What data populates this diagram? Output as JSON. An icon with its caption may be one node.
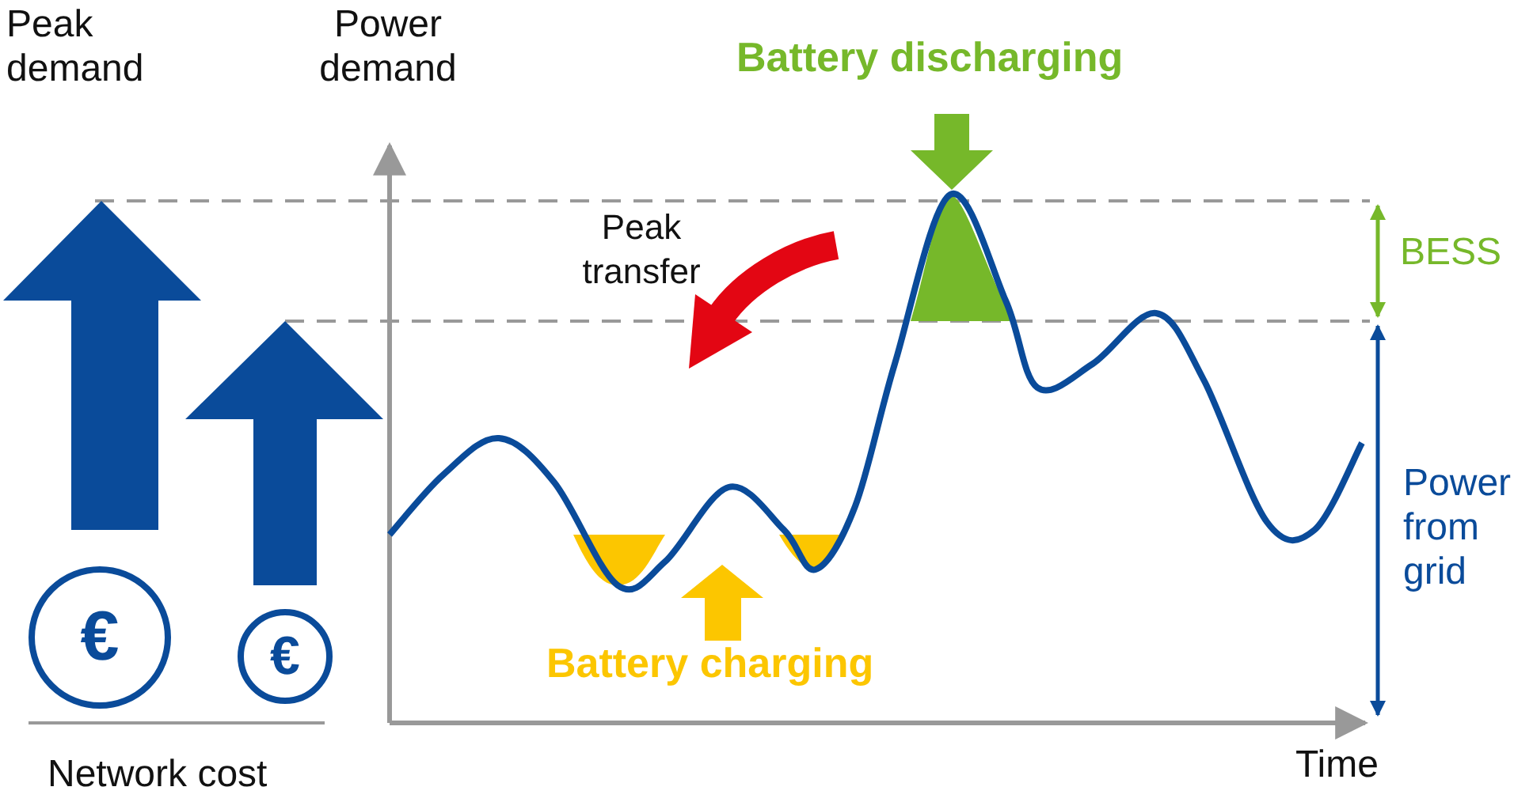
{
  "diagram": {
    "nodes": [
      {
        "text": [
          "€"
        ]
      },
      {
        "text": [
          "€"
        ]
      }
    ],
    "edges": [],
    "labels": [
      "Peak demand",
      "Power demand",
      "Battery discharging",
      "Peak transfer",
      "BESS",
      "Power from grid",
      "Battery charging",
      "Network cost",
      "Time"
    ]
  }
}
